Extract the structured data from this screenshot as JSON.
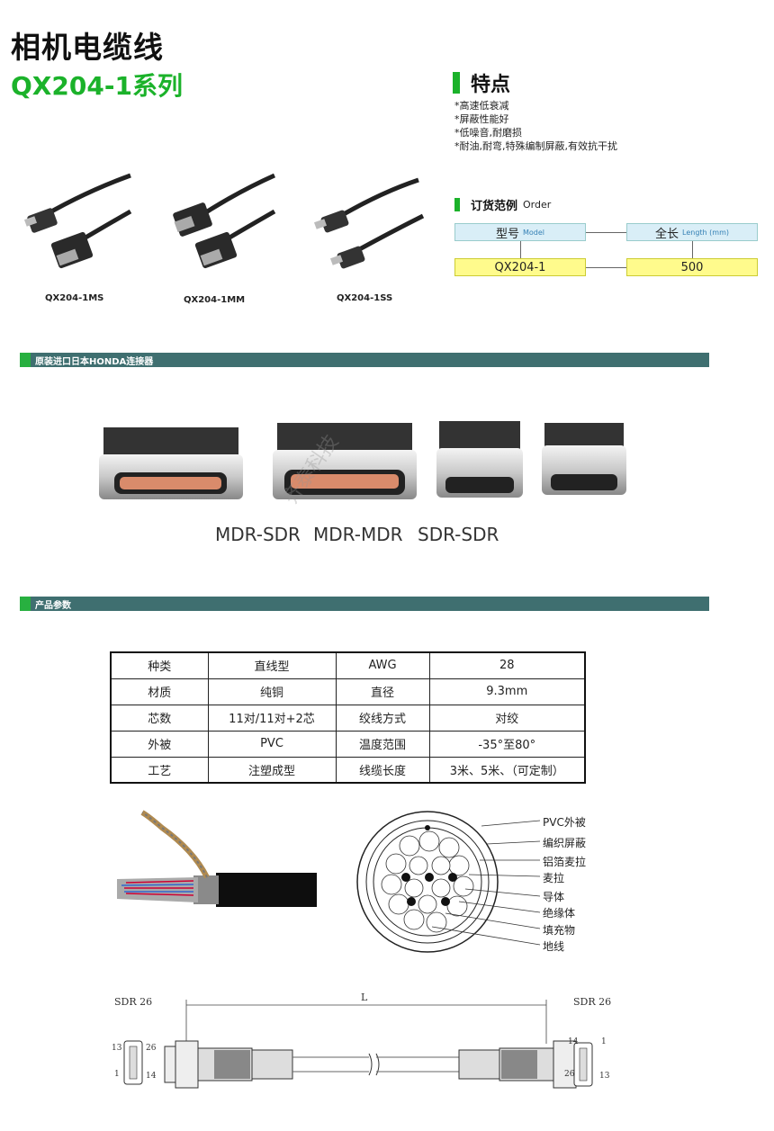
{
  "title": "相机电缆线",
  "subtitle": "QX204-1系列",
  "features": {
    "title": "特点",
    "items": [
      "*高速低衰减",
      "*屏蔽性能好",
      "*低噪音,耐磨损",
      "*耐油,耐弯,特殊编制屏蔽,有效抗干扰"
    ]
  },
  "order": {
    "title": "订货范例",
    "title_en": "Order",
    "model_label": "型号",
    "model_label_en": "Model",
    "length_label": "全长",
    "length_label_en": "Length (mm)",
    "model_value": "QX204-1",
    "length_value": "500"
  },
  "cables": [
    {
      "label": "QX204-1MS"
    },
    {
      "label": "QX204-1MM"
    },
    {
      "label": "QX204-1SS"
    }
  ],
  "section_connector": "原装进口日本HONDA连接器",
  "connector_caption": [
    "MDR-SDR",
    "MDR-MDR",
    "SDR-SDR"
  ],
  "section_params": "产品参数",
  "spec_table": {
    "rows": [
      [
        "种类",
        "直线型",
        "AWG",
        "28"
      ],
      [
        "材质",
        "纯铜",
        "直径",
        "9.3mm"
      ],
      [
        "芯数",
        "11对/11对+2芯",
        "绞线方式",
        "对绞"
      ],
      [
        "外被",
        "PVC",
        "温度范围",
        "-35°至80°"
      ],
      [
        "工艺",
        "注塑成型",
        "线缆长度",
        "3米、5米、（可定制）"
      ]
    ]
  },
  "cross_section": {
    "labels": [
      "PVC外被",
      "编织屏蔽",
      "铝箔麦拉",
      "麦拉",
      "导体",
      "绝缘体",
      "填充物",
      "地线"
    ]
  },
  "drawing": {
    "left_label": "SDR 26",
    "right_label": "SDR 26",
    "length_mark": "L",
    "left_pins": [
      "13",
      "26",
      "1",
      "14"
    ],
    "right_pins": [
      "14",
      "1",
      "26",
      "13"
    ]
  },
  "watermark": "齐泰科技",
  "colors": {
    "brand_green": "#1bb22a",
    "section_bar": "#3f6f70",
    "order_blue": "#d9eef7",
    "order_yellow": "#fffb8c"
  }
}
